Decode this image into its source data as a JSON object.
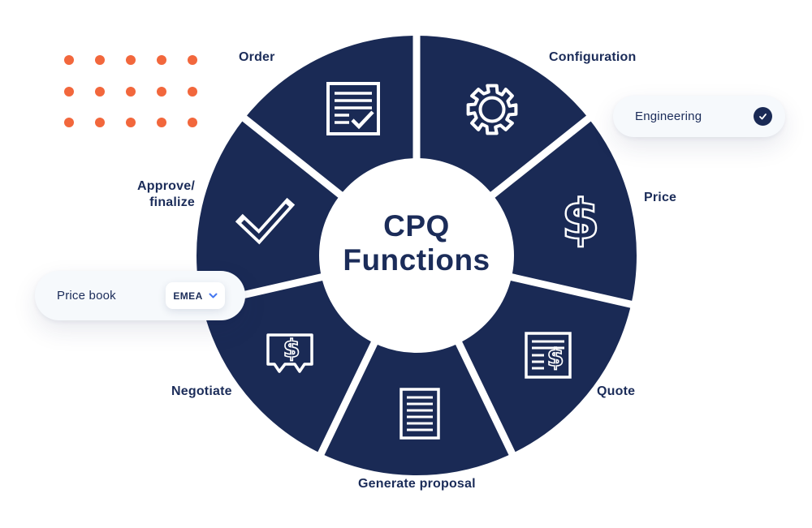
{
  "diagram_title": "CPQ Functions",
  "center": {
    "line1": "CPQ",
    "line2": "Functions"
  },
  "segments": [
    {
      "id": "order",
      "label": "Order",
      "icon": "document-check-icon"
    },
    {
      "id": "configuration",
      "label": "Configuration",
      "icon": "gear-icon"
    },
    {
      "id": "price",
      "label": "Price",
      "icon": "dollar-icon"
    },
    {
      "id": "quote",
      "label": "Quote",
      "icon": "invoice-dollar-icon"
    },
    {
      "id": "generate-proposal",
      "label": "Generate proposal",
      "icon": "document-lines-icon"
    },
    {
      "id": "negotiate",
      "label": "Negotiate",
      "icon": "chat-dollar-icon"
    },
    {
      "id": "approve-finalize",
      "label": "Approve/finalize",
      "label_lines": [
        "Approve/",
        "finalize"
      ],
      "icon": "checkmark-icon"
    }
  ],
  "cards": {
    "engineering": {
      "label": "Engineering",
      "badge_icon": "check-icon"
    },
    "price_book": {
      "label": "Price book",
      "dropdown": {
        "value": "EMEA",
        "icon": "chevron-down-icon"
      }
    }
  },
  "icons": {
    "dollar_glyph": "$"
  },
  "colors": {
    "navy": "#1a2a55",
    "text_navy": "#1b2c59",
    "orange": "#f2673c",
    "chevron_blue": "#4678f0",
    "card_bg": "#f6f9fc",
    "icon_stroke": "#ffffff",
    "background": "#ffffff"
  }
}
